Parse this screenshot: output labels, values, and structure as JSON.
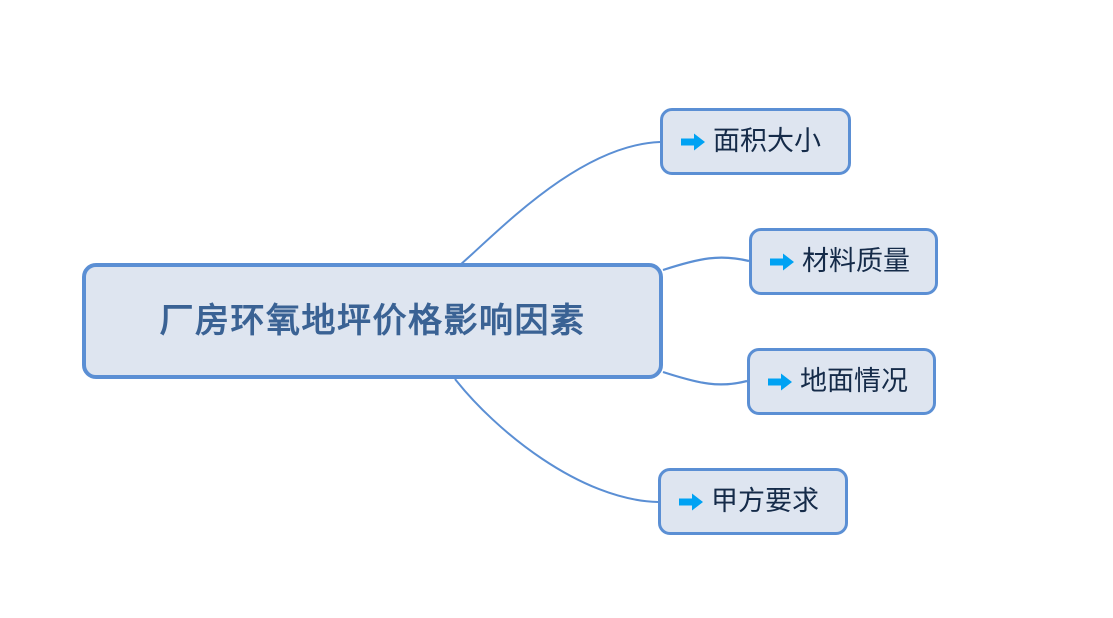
{
  "diagram": {
    "type": "mind-map",
    "background_color": "#ffffff",
    "root": {
      "label": "厂房环氧地坪价格影响因素",
      "fill_color": "#dee5f0",
      "border_color": "#5b8fd4",
      "text_color": "#3a6294"
    },
    "branch_color": "#5b8fd4",
    "children": [
      {
        "label": "面积大小",
        "icon": "arrow-right-icon",
        "icon_color": "#00a2f3",
        "fill_color": "#dee5f0",
        "border_color": "#5b8fd4",
        "text_color": "#152b49"
      },
      {
        "label": "材料质量",
        "icon": "arrow-right-icon",
        "icon_color": "#00a2f3",
        "fill_color": "#dee5f0",
        "border_color": "#5b8fd4",
        "text_color": "#152b49"
      },
      {
        "label": "地面情况",
        "icon": "arrow-right-icon",
        "icon_color": "#00a2f3",
        "fill_color": "#dee5f0",
        "border_color": "#5b8fd4",
        "text_color": "#152b49"
      },
      {
        "label": "甲方要求",
        "icon": "arrow-right-icon",
        "icon_color": "#00a2f3",
        "fill_color": "#dee5f0",
        "border_color": "#5b8fd4",
        "text_color": "#152b49"
      }
    ]
  }
}
